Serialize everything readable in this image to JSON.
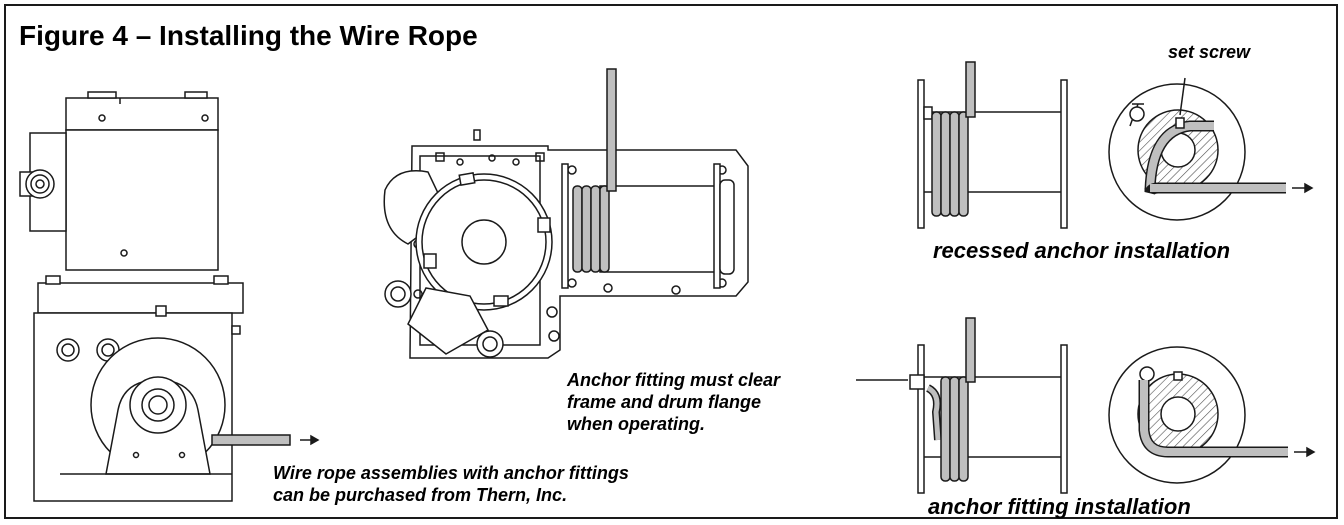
{
  "figure": {
    "title": "Figure 4 – Installing the Wire Rope"
  },
  "labels": {
    "set_screw": "set screw",
    "recessed_caption": "recessed anchor installation",
    "anchor_fitting_caption": "anchor fitting installation",
    "clearance_note": [
      "Anchor fitting must clear",
      "frame and drum flange",
      "when operating."
    ],
    "purchase_note": [
      "Wire rope assemblies with anchor fittings",
      "can be purchased from Thern, Inc."
    ]
  },
  "colors": {
    "line": "#1a1a1a",
    "rope_fill": "#bfbfbf",
    "hatch": "#555555"
  }
}
